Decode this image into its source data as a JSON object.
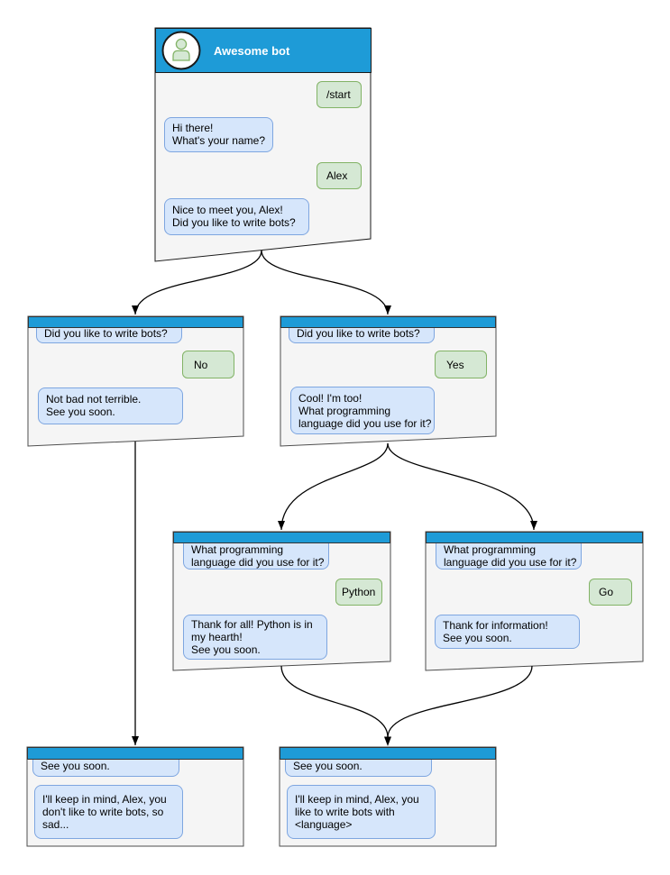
{
  "colors": {
    "header_blue": "#1E9BD7",
    "box_fill": "#F5F5F5",
    "bot_bubble_fill": "#D6E6FB",
    "bot_bubble_border": "#7EA6E0",
    "user_bubble_fill": "#D5E8D4",
    "user_bubble_border": "#82B366"
  },
  "root_window": {
    "title": "Awesome bot",
    "messages": {
      "start": "/start",
      "greeting": "Hi there!\nWhat's your name?",
      "name_reply": "Alex",
      "nice_to_meet": "Nice to meet you, Alex!\nDid you like to write bots?"
    }
  },
  "branch_no": {
    "question": "Did you like to write bots?",
    "answer": "No",
    "reply": "Not bad not terrible.\nSee you soon."
  },
  "branch_yes": {
    "question": "Did you like to write bots?",
    "answer": "Yes",
    "reply": "Cool! I'm too!\nWhat programming\nlanguage did you use for it?"
  },
  "branch_python": {
    "question": "What programming\nlanguage did you use for it?",
    "answer": "Python",
    "reply": "Thank for all! Python is in\nmy hearth!\nSee you soon."
  },
  "branch_go": {
    "question": "What programming\nlanguage did you use for it?",
    "answer": "Go",
    "reply": "Thank for information!\nSee you soon."
  },
  "end_no": {
    "header_message": "See you soon.",
    "reply": "I'll keep in mind, Alex, you\ndon't like to write bots, so\nsad..."
  },
  "end_yes": {
    "header_message": "See you soon.",
    "reply": "I'll keep in mind, Alex, you\nlike to write bots with\n<language>"
  }
}
